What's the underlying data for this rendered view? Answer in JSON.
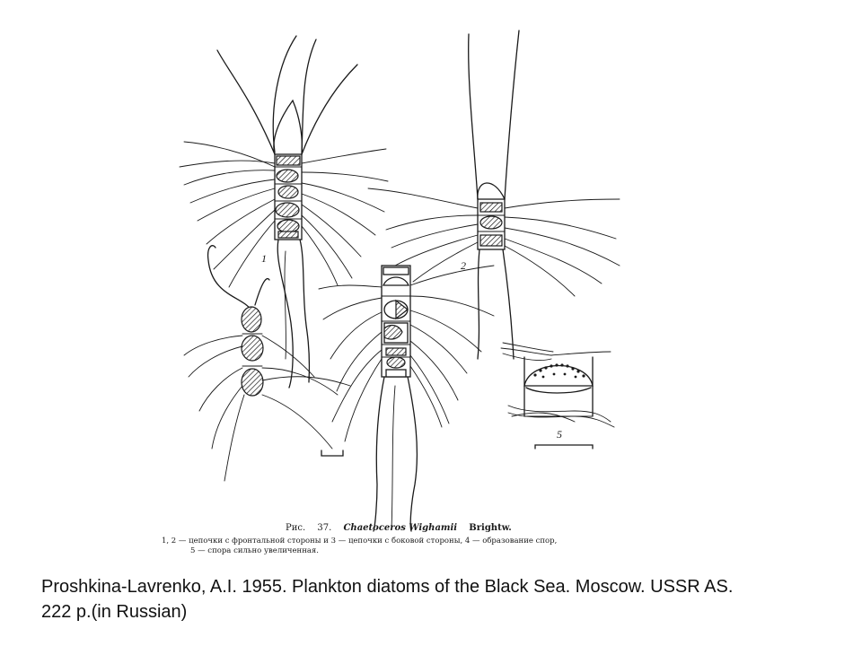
{
  "figure": {
    "panel_labels": [
      "1",
      "2",
      "5"
    ],
    "caption": {
      "prefix": "Рис.",
      "number": "37.",
      "species": "Chaetoceros Wighamii",
      "author": "Brightw.",
      "line2": "1, 2 — цепочки с фронтальной стороны и 3 — цепочки с боковой стороны, 4 — образование спор,",
      "line3": "5 — спора сильно увеличенная."
    }
  },
  "citation": {
    "line1": "Proshkina-Lavrenko, A.I. 1955. Plankton diatoms of the Black Sea. Moscow. USSR AS.",
    "line2": "222 p.(in Russian)"
  }
}
